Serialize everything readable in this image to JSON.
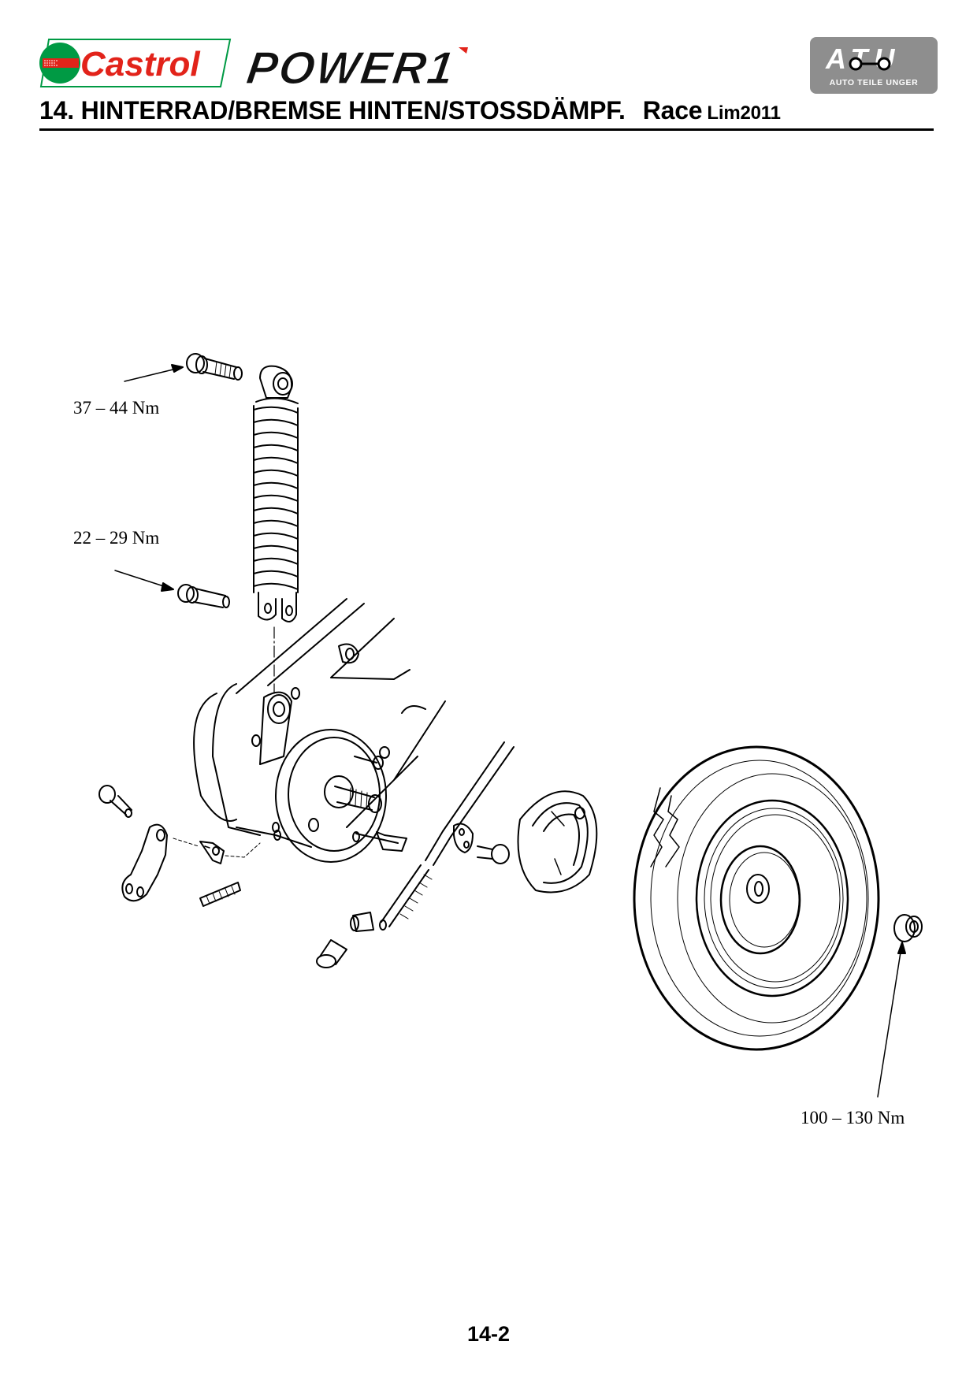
{
  "header": {
    "brand_left": "Castrol",
    "brand_product": "POWER1",
    "brand_right": "ATU",
    "brand_right_sub": "AUTO TEILE UNGER",
    "castrol_colors": {
      "red": "#e2231a",
      "green": "#009a44"
    },
    "atu_color": "#8e8e8e"
  },
  "title": {
    "section": "14. HINTERRAD/BREMSE HINTEN/STOSSDÄMPF.",
    "model": "Race",
    "edition": "Lim2011"
  },
  "diagram": {
    "description": "Exploded view: rear shock absorber, rear brake, rear wheel",
    "torque_labels": [
      {
        "id": "shock-upper-bolt",
        "text": "37 – 44 Nm"
      },
      {
        "id": "shock-lower-bolt",
        "text": "22 – 29 Nm"
      },
      {
        "id": "axle-nut",
        "text": "100 – 130 Nm"
      }
    ]
  },
  "footer": {
    "page_number": "14-2"
  }
}
